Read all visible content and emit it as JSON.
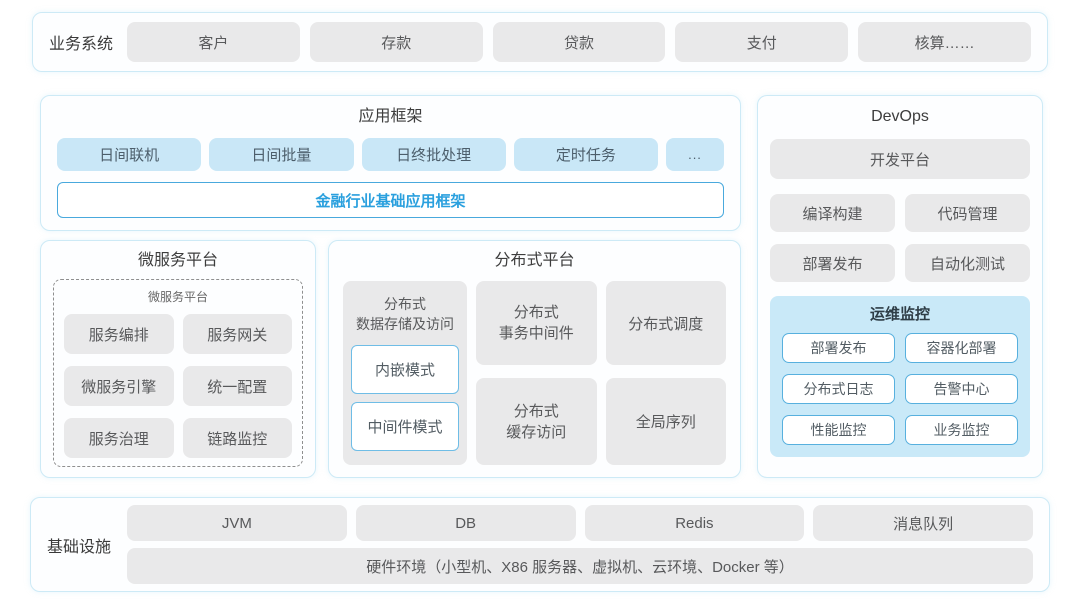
{
  "colors": {
    "accent_blue": "#2aa0de",
    "panel_border": "#cdeaf6",
    "box_gray": "#e9e9ea",
    "box_blue": "#c9e7f7",
    "monitor_bg": "#c9e9f8",
    "chip_border": "#57b0de"
  },
  "business_systems": {
    "label": "业务系统",
    "items": [
      "客户",
      "存款",
      "贷款",
      "支付",
      "核算……"
    ]
  },
  "app_framework": {
    "title": "应用框架",
    "items": [
      "日间联机",
      "日间批量",
      "日终批处理",
      "定时任务"
    ],
    "more": "...",
    "base_bar": "金融行业基础应用框架"
  },
  "devops": {
    "title": "DevOps",
    "dev_platform": "开发平台",
    "items": [
      "编译构建",
      "代码管理",
      "部署发布",
      "自动化测试"
    ],
    "monitoring": {
      "title": "运维监控",
      "items": [
        "部署发布",
        "容器化部署",
        "分布式日志",
        "告警中心",
        "性能监控",
        "业务监控"
      ]
    }
  },
  "microservice": {
    "title": "微服务平台",
    "inner_title": "微服务平台",
    "items": [
      "服务编排",
      "服务网关",
      "微服务引擎",
      "统一配置",
      "服务治理",
      "链路监控"
    ]
  },
  "distributed": {
    "title": "分布式平台",
    "storage": {
      "title": "分布式\n数据存储及访问",
      "modes": [
        "内嵌模式",
        "中间件模式"
      ]
    },
    "transaction_mw": "分布式\n事务中间件",
    "scheduler": "分布式调度",
    "cache": "分布式\n缓存访问",
    "sequence": "全局序列"
  },
  "infrastructure": {
    "label": "基础设施",
    "items": [
      "JVM",
      "DB",
      "Redis",
      "消息队列"
    ],
    "hardware": "硬件环境（小型机、X86 服务器、虚拟机、云环境、Docker 等）"
  }
}
